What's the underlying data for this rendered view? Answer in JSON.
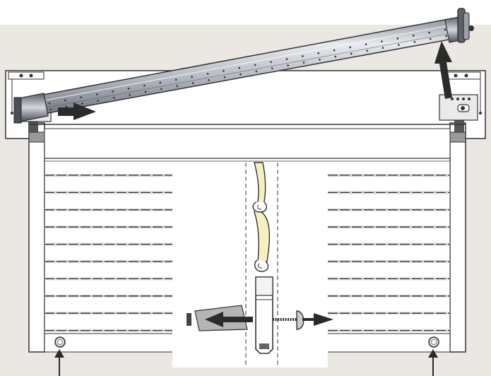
{
  "figure": {
    "description": "",
    "colors": {
      "background": "#ebe7e2",
      "panel": "#ffffff",
      "outline": "#333333",
      "slat_shadow": "#d9d9d9",
      "tube_light": "#e8eaee",
      "tube_mid": "#b8bcc4",
      "tube_dark": "#7d828c",
      "strap": "#f6efc2",
      "arrow": "#2b2b2b",
      "guide_cap": "#9a9a9a"
    },
    "icons": {
      "arrows": [
        "arrow-right-icon",
        "arrow-up-icon",
        "arrow-left-icon",
        "arrow-right-icon",
        "arrow-up-icon",
        "arrow-up-icon"
      ],
      "parts": [
        "roller-tube",
        "end-bracket",
        "strap-buckle",
        "screw",
        "lock-pin"
      ]
    },
    "slat_count": 10
  }
}
